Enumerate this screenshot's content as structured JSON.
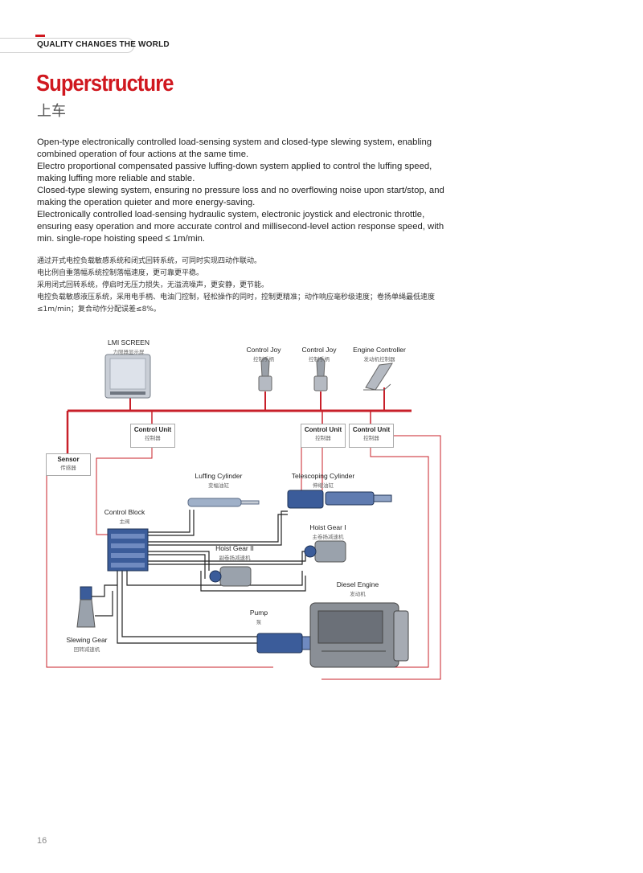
{
  "header": {
    "text": "QUALITY CHANGES THE WORLD"
  },
  "title": "Superstructure",
  "subtitle": "上车",
  "english_paragraphs": [
    "Open-type electronically controlled load-sensing system and closed-type slewing system, enabling combined operation of four actions at the same time.",
    "Electro proportional compensated passive luffing-down system applied to control the luffing speed, making luffing more reliable and stable.",
    "Closed-type slewing system, ensuring no pressure loss and no overflowing noise upon start/stop, and making the operation quieter and more energy-saving.",
    "Electronically controlled load-sensing hydraulic system, electronic joystick and electronic throttle, ensuring easy operation and more accurate control and millisecond-level action response speed, with min. single-rope hoisting speed ≤ 1m/min."
  ],
  "chinese_paragraphs": [
    "通过开式电控负载敏感系统和闭式回转系统，可同时实现四动作联动。",
    "电比例自重落幅系统控制落幅速度，更可靠更平稳。",
    "采用闭式回转系统，停启时无压力损失，无溢流噪声，更安静，更节能。",
    "电控负载敏感液压系统，采用电手柄、电油门控制，轻松操作的同时，控制更精准；动作响应毫秒级速度；卷扬单绳最低速度≤1m/min；复合动作分配误差≤8%。"
  ],
  "diagram": {
    "components": {
      "lmi_screen": {
        "en": "LMI SCREEN",
        "cn": "力限器显示屏"
      },
      "control_joy_1": {
        "en": "Control Joy",
        "cn": "控制手柄"
      },
      "control_joy_2": {
        "en": "Control Joy",
        "cn": "控制手柄"
      },
      "engine_controller": {
        "en": "Engine Controller",
        "cn": "发动机控制器"
      },
      "control_unit_1": {
        "en": "Control Unit",
        "cn": "控制器"
      },
      "control_unit_2": {
        "en": "Control Unit",
        "cn": "控制器"
      },
      "control_unit_3": {
        "en": "Control Unit",
        "cn": "控制器"
      },
      "sensor": {
        "en": "Sensor",
        "cn": "传感器"
      },
      "luffing_cylinder": {
        "en": "Luffing Cylinder",
        "cn": "变幅油缸"
      },
      "telescoping_cylinder": {
        "en": "Telescoping Cylinder",
        "cn": "伸缩油缸"
      },
      "control_block": {
        "en": "Control Block",
        "cn": "主阀"
      },
      "hoist_gear_1": {
        "en": "Hoist Gear I",
        "cn": "主卷扬减速机"
      },
      "hoist_gear_2": {
        "en": "Hoist Gear II",
        "cn": "副卷扬减速机"
      },
      "diesel_engine": {
        "en": "Diesel Engine",
        "cn": "发动机"
      },
      "pump": {
        "en": "Pump",
        "cn": "泵"
      },
      "slewing_gear": {
        "en": "Slewing Gear",
        "cn": "回转减速机"
      }
    },
    "colors": {
      "signal_line": "#c8202a",
      "hydraulic_line": "#222222",
      "component_blue": "#3b5c9a",
      "component_gray": "#8a8f96"
    }
  },
  "page_number": "16"
}
